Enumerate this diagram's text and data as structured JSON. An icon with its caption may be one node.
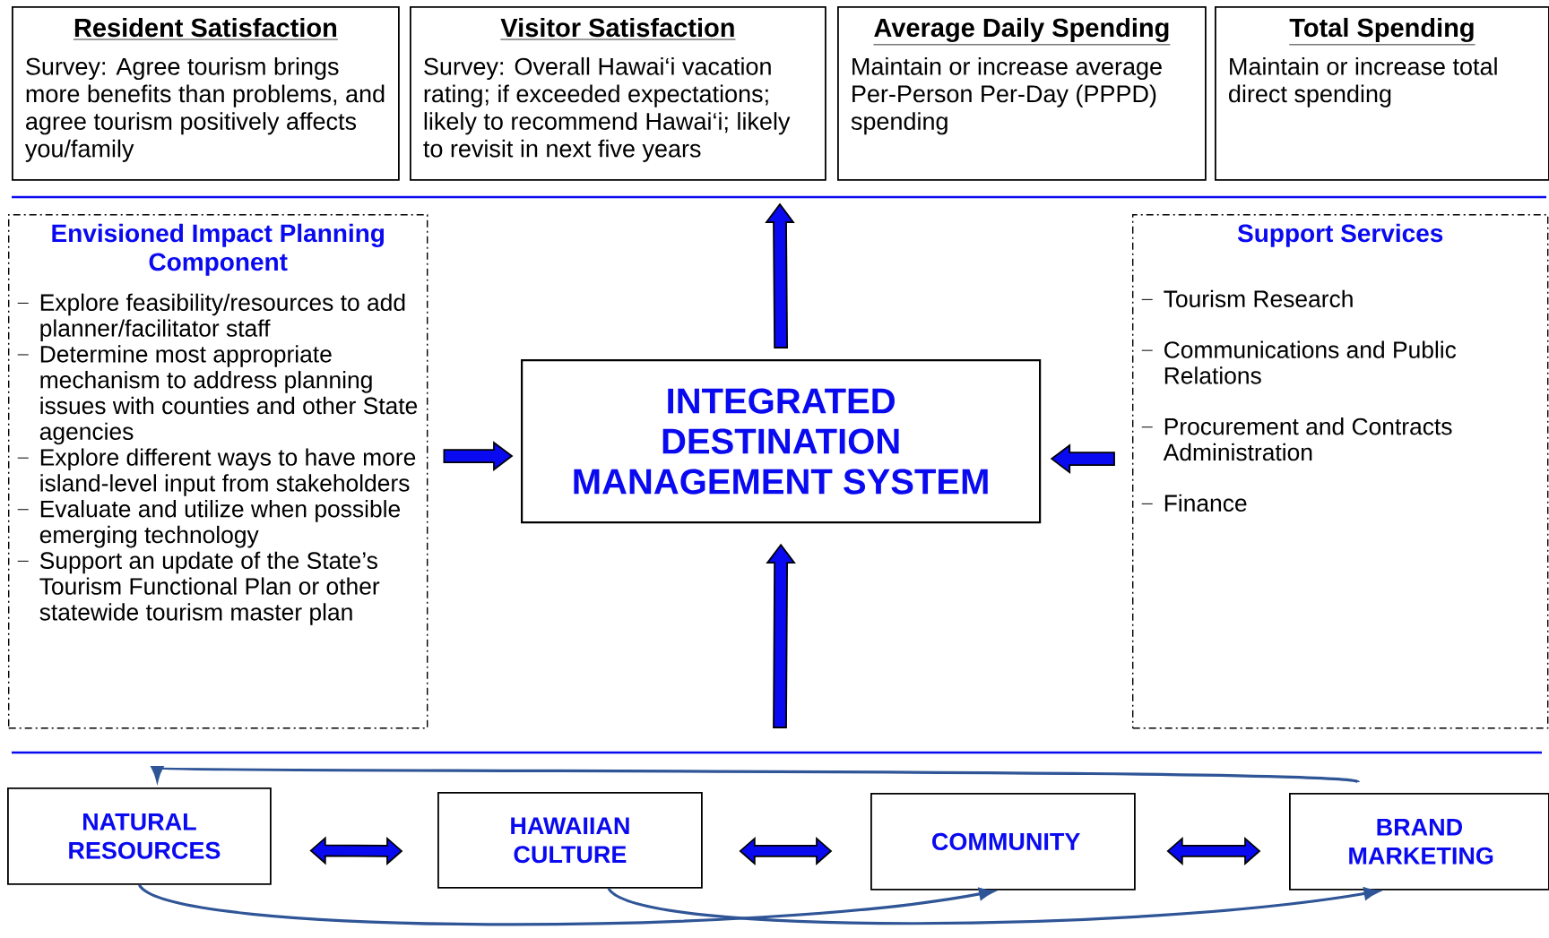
{
  "diagram": {
    "nodes": [
      {
        "text": [
          "Resident Satisfaction",
          "Survey: Agree tourism brings more benefits than problems, and agree tourism positively affects you/family"
        ]
      },
      {
        "text": [
          "Visitor Satisfaction",
          "Survey: Overall Hawai‘i vacation rating; if exceeded expectations; likely to recommend Hawai‘i; likely to revisit in next five years"
        ]
      },
      {
        "text": [
          "Average Daily Spending",
          "Maintain or increase average Per-Person Per-Day (PPPD) spending"
        ]
      },
      {
        "text": [
          "Total Spending",
          "Maintain or increase total direct spending"
        ]
      },
      {
        "text": [
          "Envisioned Impact Planning Component",
          "Explore feasibility/resources to add planner/facilitator staff",
          "Determine most appropriate mechanism to address planning issues with counties and other State agencies",
          "Explore different ways to have more island-level input from stakeholders",
          "Evaluate and utilize when possible emerging technology",
          "Support an update of the State’s Tourism Functional Plan or other statewide tourism master plan"
        ]
      },
      {
        "text": [
          "INTEGRATED DESTINATION MANAGEMENT SYSTEM"
        ]
      },
      {
        "text": [
          "Support Services",
          "Tourism Research",
          "Communications and Public Relations",
          "Procurement and Contracts Administration",
          "Finance"
        ]
      },
      {
        "text": [
          "NATURAL RESOURCES"
        ]
      },
      {
        "text": [
          "HAWAIIAN CULTURE"
        ]
      },
      {
        "text": [
          "COMMUNITY"
        ]
      },
      {
        "text": [
          "BRAND MARKETING"
        ]
      }
    ],
    "edges": [
      {
        "from": 5,
        "to": null,
        "arrow": "to"
      },
      {
        "from": 4,
        "to": 5,
        "arrow": "to"
      },
      {
        "from": 6,
        "to": 5,
        "arrow": "to"
      },
      {
        "from": null,
        "to": 5,
        "arrow": "to"
      },
      {
        "from": 7,
        "to": 8,
        "arrow": "both"
      },
      {
        "from": 8,
        "to": 9,
        "arrow": "both"
      },
      {
        "from": 9,
        "to": 10,
        "arrow": "both"
      },
      {
        "from": 10,
        "to": 7,
        "arrow": "to",
        "color": "#2f5597"
      },
      {
        "from": 7,
        "to": 9,
        "arrow": "to",
        "color": "#2f5597"
      },
      {
        "from": 8,
        "to": 10,
        "arrow": "to",
        "color": "#2f5597"
      }
    ]
  }
}
